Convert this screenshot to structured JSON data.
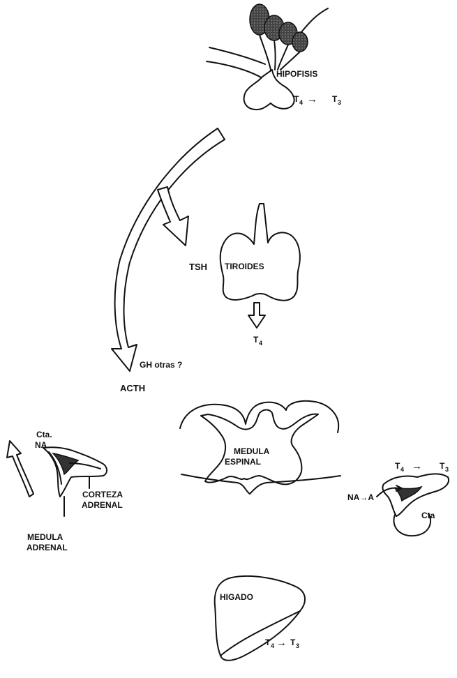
{
  "labels": {
    "hipofisis": "HIPOFISIS",
    "hipofisis_conversion": {
      "from": "T",
      "from_sub": "4",
      "arrow": "→",
      "to": "T",
      "to_sub": "3"
    },
    "tsh": "TSH",
    "tiroides": "TIROIDES",
    "tiroides_output": {
      "base": "T",
      "sub": "4"
    },
    "gh_otras": "GH otras ?",
    "acth": "ACTH",
    "cta_na": {
      "line1": "Cta.",
      "line2": "NA"
    },
    "corteza_adrenal": {
      "line1": "CORTEZA",
      "line2": "ADRENAL"
    },
    "medula_adrenal": {
      "line1": "MEDULA",
      "line2": "ADRENAL"
    },
    "medula_espinal": {
      "line1": "MEDULA",
      "line2": "ESPINAL"
    },
    "brown_fat_conversion": {
      "from": "T",
      "from_sub": "4",
      "arrow": "→",
      "to": "T",
      "to_sub": "3"
    },
    "na_a": "NA→A",
    "cta": "Cta",
    "higado": "HIGADO",
    "higado_conversion": {
      "from": "T",
      "from_sub": "4",
      "arrow": "→",
      "to": "T",
      "to_sub": "3"
    }
  }
}
